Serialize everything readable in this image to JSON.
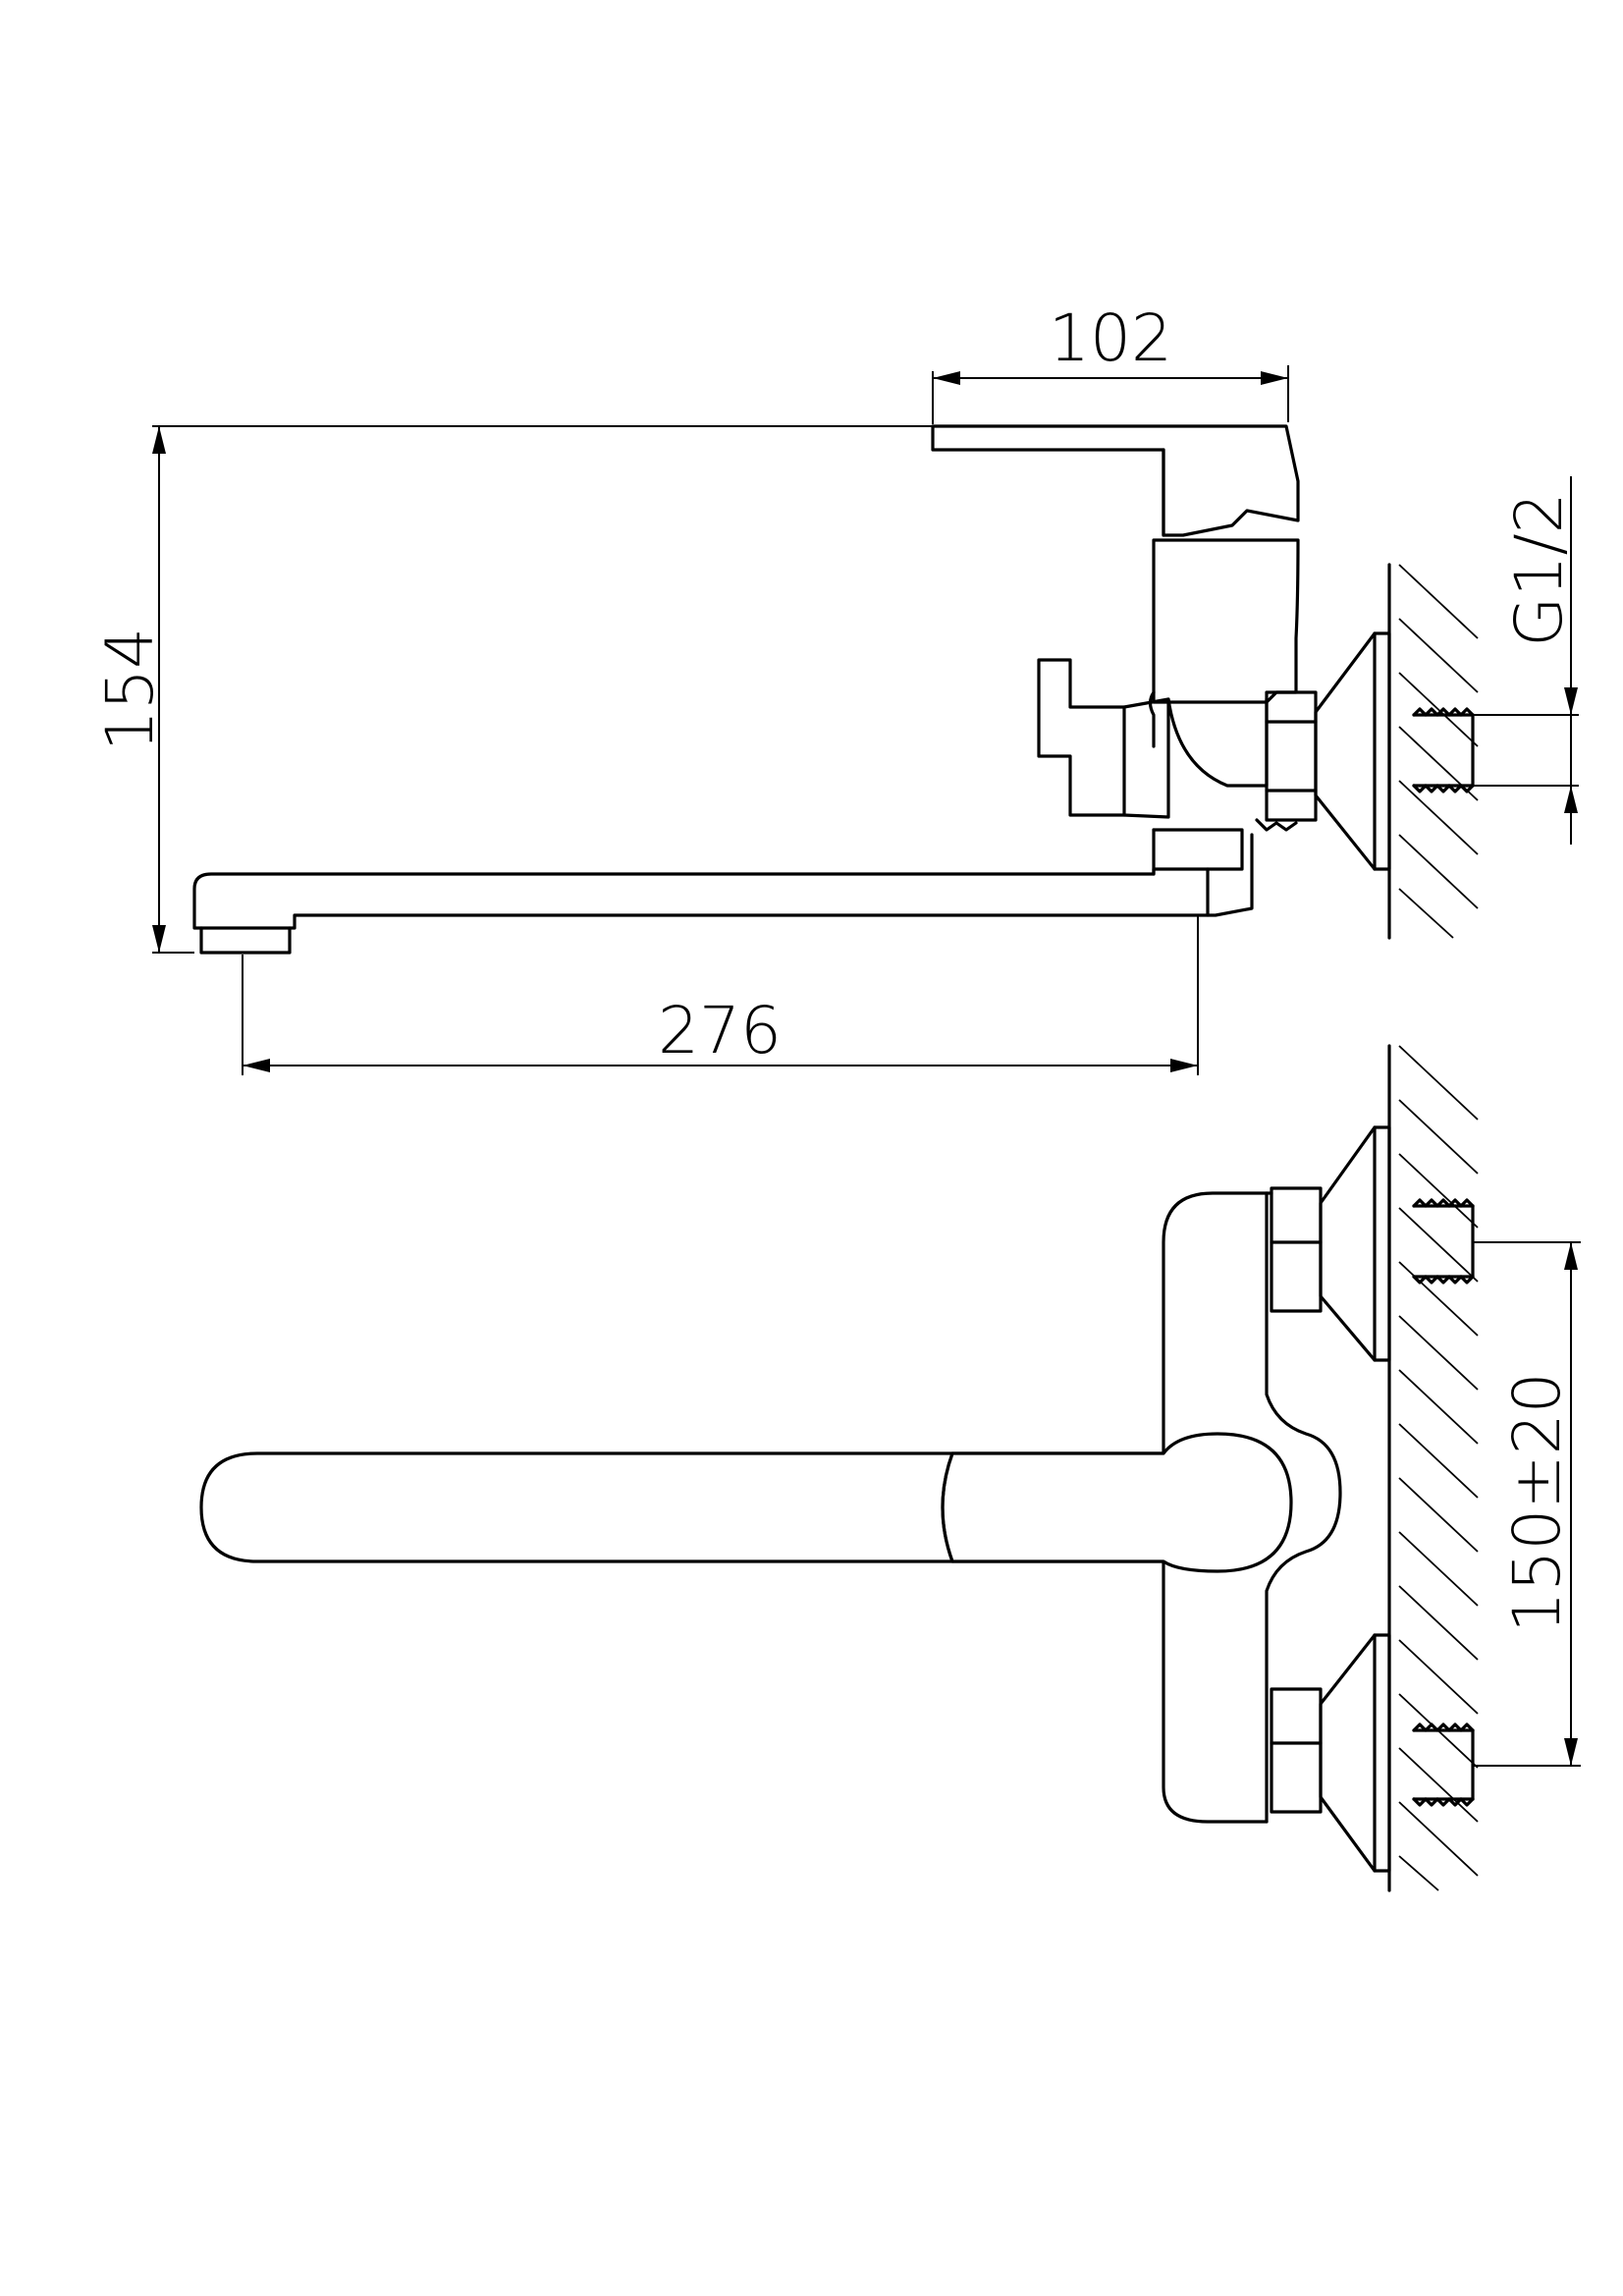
{
  "diagram": {
    "view_side": {
      "dim_width_top": "102",
      "dim_height": "154",
      "dim_spout_length": "276",
      "dim_thread": "G1/2"
    },
    "view_top": {
      "dim_centers": "150±20"
    },
    "colors": {
      "line": "#000000",
      "background": "#ffffff"
    }
  }
}
